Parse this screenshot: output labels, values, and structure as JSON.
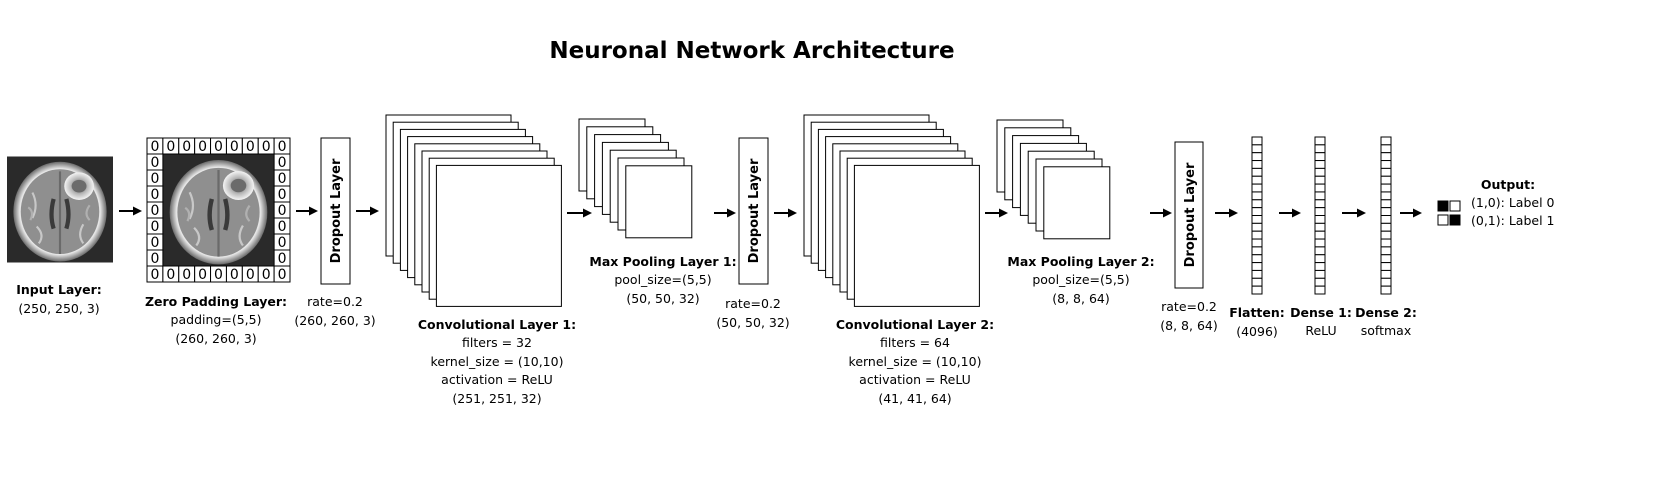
{
  "title": "Neuronal Network Architecture",
  "pad_value": "0",
  "layers": {
    "input": {
      "title": "Input Layer:",
      "lines": [
        "(250, 250, 3)"
      ]
    },
    "zero_padding": {
      "title": "Zero Padding Layer:",
      "lines": [
        "padding=(5,5)",
        "(260, 260, 3)"
      ]
    },
    "dropout1": {
      "box_label": "Dropout Layer",
      "lines": [
        "rate=0.2",
        "(260, 260, 3)"
      ]
    },
    "conv1": {
      "title": "Convolutional Layer 1:",
      "lines": [
        "filters = 32",
        "kernel_size = (10,10)",
        "activation = ReLU",
        "(251, 251, 32)"
      ]
    },
    "pool1": {
      "title": "Max Pooling Layer 1:",
      "lines": [
        "pool_size=(5,5)",
        "(50, 50, 32)"
      ]
    },
    "dropout2": {
      "box_label": "Dropout Layer",
      "lines": [
        "rate=0.2",
        "(50, 50, 32)"
      ]
    },
    "conv2": {
      "title": "Convolutional Layer 2:",
      "lines": [
        "filters = 64",
        "kernel_size = (10,10)",
        "activation = ReLU",
        "(41, 41, 64)"
      ]
    },
    "pool2": {
      "title": "Max Pooling Layer 2:",
      "lines": [
        "pool_size=(5,5)",
        "(8, 8, 64)"
      ]
    },
    "dropout3": {
      "box_label": "Dropout Layer",
      "lines": [
        "rate=0.2",
        "(8, 8, 64)"
      ]
    },
    "flatten": {
      "title": "Flatten:",
      "lines": [
        "(4096)"
      ]
    },
    "dense1": {
      "title": "Dense 1:",
      "lines": [
        "ReLU"
      ]
    },
    "dense2": {
      "title": "Dense 2:",
      "lines": [
        "softmax"
      ]
    },
    "output": {
      "title": "Output:",
      "lines": [
        "(1,0): Label 0",
        "(0,1): Label 1"
      ]
    }
  },
  "colors": {
    "ink": "#000000",
    "paper": "#ffffff"
  },
  "icons": {
    "brain_image": "brain-mri-scan-icon",
    "arrow": "arrow-right-icon"
  }
}
